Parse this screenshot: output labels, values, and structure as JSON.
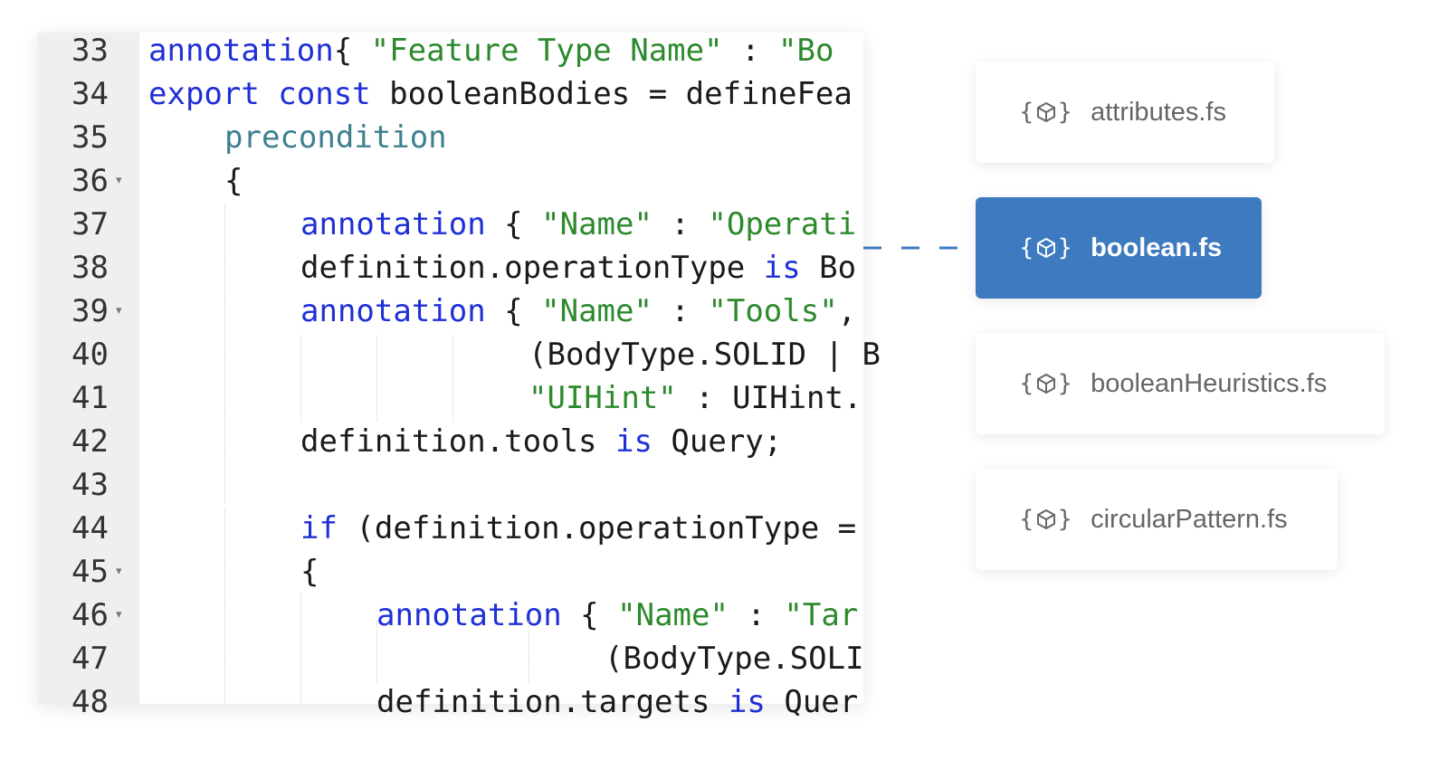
{
  "editor": {
    "lines": [
      {
        "num": "33",
        "fold": false,
        "indent": 0,
        "tokens": [
          [
            "kw-blue",
            "annotation"
          ],
          [
            "",
            "{ "
          ],
          [
            "str",
            "\"Feature Type Name\""
          ],
          [
            "",
            " : "
          ],
          [
            "str",
            "\"Bo"
          ]
        ]
      },
      {
        "num": "34",
        "fold": false,
        "indent": 0,
        "tokens": [
          [
            "kw-blue",
            "export const"
          ],
          [
            "",
            " booleanBodies = defineFea"
          ]
        ]
      },
      {
        "num": "35",
        "fold": false,
        "indent": 1,
        "tokens": [
          [
            "kw-teal",
            "precondition"
          ]
        ]
      },
      {
        "num": "36",
        "fold": true,
        "indent": 1,
        "tokens": [
          [
            "",
            "{"
          ]
        ]
      },
      {
        "num": "37",
        "fold": false,
        "indent": 2,
        "tokens": [
          [
            "kw-blue",
            "annotation"
          ],
          [
            "",
            " { "
          ],
          [
            "str",
            "\"Name\""
          ],
          [
            "",
            " : "
          ],
          [
            "str",
            "\"Operati"
          ]
        ]
      },
      {
        "num": "38",
        "fold": false,
        "indent": 2,
        "tokens": [
          [
            "",
            "definition.operationType "
          ],
          [
            "kw-blue",
            "is"
          ],
          [
            "",
            " Bo"
          ]
        ]
      },
      {
        "num": "39",
        "fold": true,
        "indent": 2,
        "tokens": [
          [
            "kw-blue",
            "annotation"
          ],
          [
            "",
            " { "
          ],
          [
            "str",
            "\"Name\""
          ],
          [
            "",
            " : "
          ],
          [
            "str",
            "\"Tools\""
          ],
          [
            "",
            ","
          ]
        ]
      },
      {
        "num": "40",
        "fold": false,
        "indent": 5,
        "tokens": [
          [
            "",
            "(BodyType.SOLID | B"
          ]
        ]
      },
      {
        "num": "41",
        "fold": false,
        "indent": 5,
        "tokens": [
          [
            "str",
            "\"UIHint\""
          ],
          [
            "",
            " : UIHint."
          ]
        ]
      },
      {
        "num": "42",
        "fold": false,
        "indent": 2,
        "tokens": [
          [
            "",
            "definition.tools "
          ],
          [
            "kw-blue",
            "is"
          ],
          [
            "",
            " Query;"
          ]
        ]
      },
      {
        "num": "43",
        "fold": false,
        "indent": 0,
        "tokens": []
      },
      {
        "num": "44",
        "fold": false,
        "indent": 2,
        "tokens": [
          [
            "kw-blue",
            "if"
          ],
          [
            "",
            " (definition.operationType ="
          ]
        ]
      },
      {
        "num": "45",
        "fold": true,
        "indent": 2,
        "tokens": [
          [
            "",
            "{"
          ]
        ]
      },
      {
        "num": "46",
        "fold": true,
        "indent": 3,
        "tokens": [
          [
            "kw-blue",
            "annotation"
          ],
          [
            "",
            " { "
          ],
          [
            "str",
            "\"Name\""
          ],
          [
            "",
            " : "
          ],
          [
            "str",
            "\"Tar"
          ]
        ]
      },
      {
        "num": "47",
        "fold": false,
        "indent": 6,
        "tokens": [
          [
            "",
            "(BodyType.SOLI"
          ]
        ]
      },
      {
        "num": "48",
        "fold": false,
        "indent": 3,
        "tokens": [
          [
            "",
            "definition.targets "
          ],
          [
            "kw-blue",
            "is"
          ],
          [
            "",
            " Quer"
          ]
        ]
      }
    ]
  },
  "files": [
    {
      "label": "attributes.fs",
      "active": false,
      "icon": "package-icon"
    },
    {
      "label": "boolean.fs",
      "active": true,
      "icon": "package-icon"
    },
    {
      "label": "booleanHeuristics.fs",
      "active": false,
      "icon": "package-icon"
    },
    {
      "label": "circularPattern.fs",
      "active": false,
      "icon": "package-icon"
    }
  ],
  "colors": {
    "accent": "#3d7ac0",
    "keyword": "#1f2fd6",
    "keyword_secondary": "#3d7f8f",
    "string": "#2c8a2c"
  }
}
